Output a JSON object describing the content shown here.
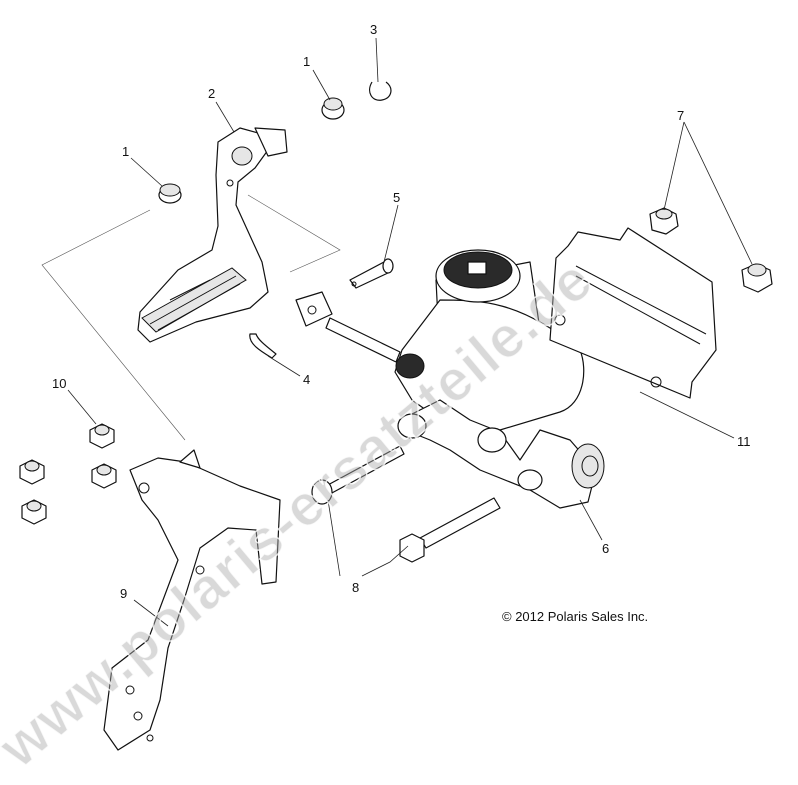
{
  "diagram": {
    "callouts": [
      "1",
      "1",
      "2",
      "3",
      "4",
      "5",
      "6",
      "7",
      "8",
      "9",
      "10",
      "11"
    ],
    "copyright": "© 2012 Polaris Sales Inc.",
    "watermark": "www.polaris-ersatzteile.de"
  }
}
